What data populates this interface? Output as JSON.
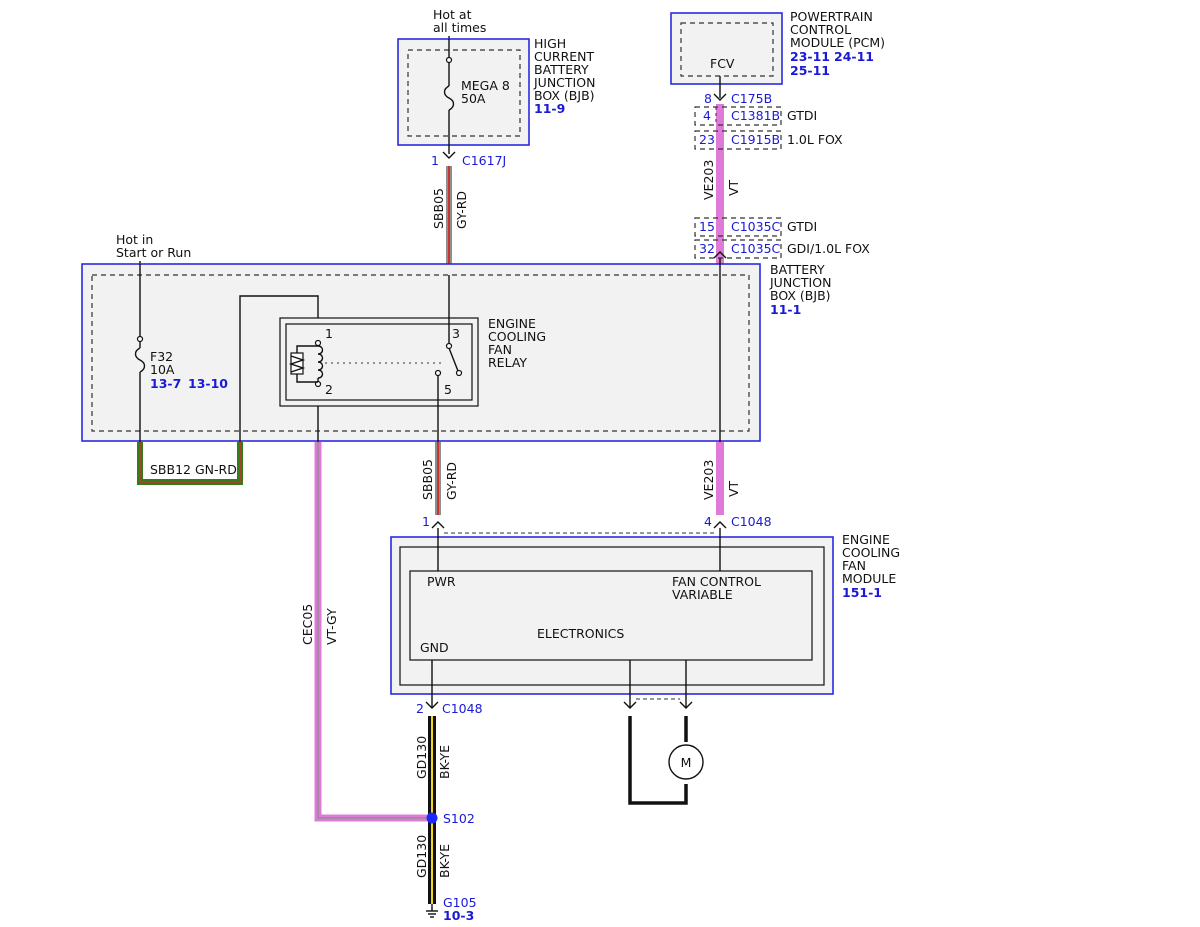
{
  "colors": {
    "box_border": "#2a2ae0",
    "link_blue": "#1a1ad6",
    "wire_violet": "#e07ad8",
    "wire_gray": "#8f8f8f",
    "wire_red": "#c8352e",
    "wire_green": "#2f7d1d",
    "wire_yellow": "#f2d51f",
    "splice_blue": "#1a2aff"
  },
  "icons": {
    "fuse": "fuse-icon",
    "relay_coil": "relay-coil-icon",
    "motor": "motor-icon",
    "ground": "ground-icon",
    "splice": "splice-dot-icon",
    "connector": "connector-chevron-icon"
  },
  "hcbjb": {
    "hot_label": [
      "Hot at",
      "all times"
    ],
    "title": [
      "HIGH",
      "CURRENT",
      "BATTERY",
      "JUNCTION",
      "BOX (BJB)"
    ],
    "ref": "11-9",
    "fuse_name": "MEGA 8",
    "fuse_rating": "50A",
    "pin": "1",
    "connector": "C1617J"
  },
  "pcm": {
    "title": [
      "POWERTRAIN",
      "CONTROL",
      "MODULE (PCM)"
    ],
    "refs": [
      "23-11",
      "24-11",
      "25-11"
    ],
    "pin_label": "FCV",
    "connectors": [
      {
        "pin": "8",
        "name": "C175B",
        "note": ""
      },
      {
        "pin": "4",
        "name": "C1381B",
        "note": "GTDI"
      },
      {
        "pin": "23",
        "name": "C1915B",
        "note": "1.0L FOX"
      },
      {
        "pin": "15",
        "name": "C1035C",
        "note": "GTDI"
      },
      {
        "pin": "32",
        "name": "C1035C",
        "note": "GDI/1.0L FOX"
      }
    ]
  },
  "bjb": {
    "hot_label": [
      "Hot in",
      "Start or Run"
    ],
    "title": [
      "BATTERY",
      "JUNCTION",
      "BOX (BJB)"
    ],
    "ref": "11-1",
    "fuse_name": "F32",
    "fuse_rating": "10A",
    "fuse_refs": [
      "13-7",
      "13-10"
    ],
    "relay_title": [
      "ENGINE",
      "COOLING",
      "FAN",
      "RELAY"
    ],
    "relay_pins": [
      "1",
      "2",
      "3",
      "5"
    ]
  },
  "wires": {
    "sbb05_top": {
      "circuit": "SBB05",
      "color": "GY-RD"
    },
    "ve203_top": {
      "circuit": "VE203",
      "color": "VT"
    },
    "sbb12": {
      "circuit": "SBB12",
      "color": "GN-RD"
    },
    "cec05": {
      "circuit": "CEC05",
      "color": "VT-GY"
    },
    "sbb05_bottom": {
      "circuit": "SBB05",
      "color": "GY-RD"
    },
    "ve203_bottom": {
      "circuit": "VE203",
      "color": "VT"
    },
    "gd130_top": {
      "circuit": "GD130",
      "color": "BK-YE"
    },
    "gd130_bottom": {
      "circuit": "GD130",
      "color": "BK-YE"
    }
  },
  "fan_module": {
    "title": [
      "ENGINE",
      "COOLING",
      "FAN",
      "MODULE"
    ],
    "ref": "151-1",
    "pwr": "PWR",
    "fan_control": [
      "FAN CONTROL",
      "VARIABLE"
    ],
    "electronics": "ELECTRONICS",
    "gnd": "GND",
    "pin_pwr": "1",
    "pin_fcv": "4",
    "connector_top": "C1048",
    "pin_gnd": "2",
    "connector_gnd": "C1048",
    "motor_label": "M"
  },
  "ground": {
    "splice": "S102",
    "ground_name": "G105",
    "ground_ref": "10-3"
  }
}
